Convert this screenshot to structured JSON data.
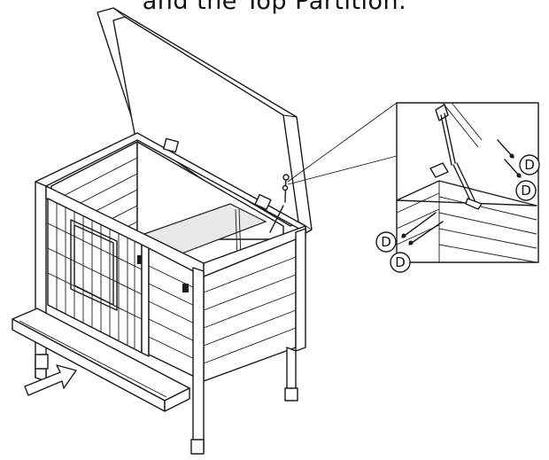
{
  "caption": "and the Top Partition.",
  "callouts": {
    "c1": "D",
    "c2": "D",
    "c3": "D",
    "c4": "D"
  },
  "colors": {
    "line": "#1a1a1a",
    "background": "#ffffff"
  }
}
